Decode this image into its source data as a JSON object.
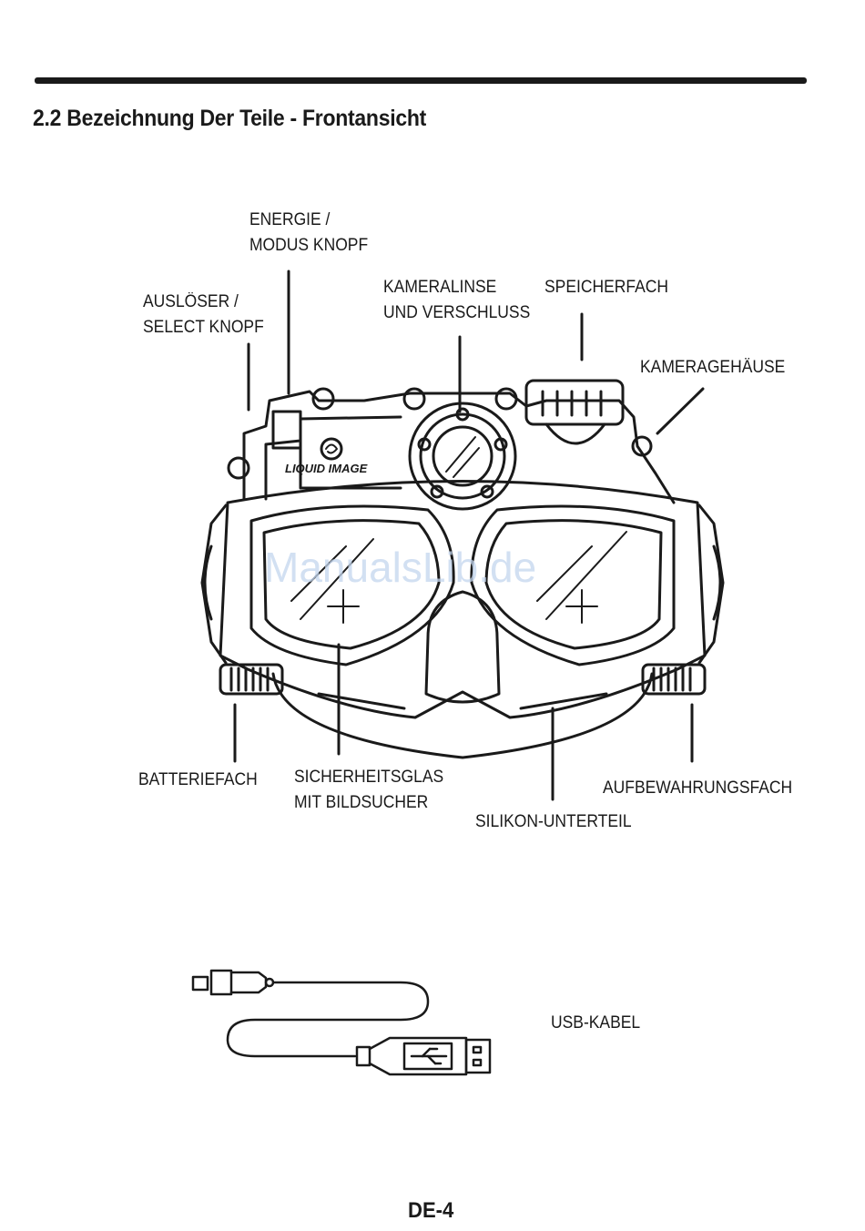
{
  "heading": "2.2 Bezeichnung Der Teile - Frontansicht",
  "labels": {
    "energie_line1": "ENERGIE /",
    "energie_line2": "MODUS KNOPF",
    "ausloeser_line1": "AUSLÖSER /",
    "ausloeser_line2": "SELECT KNOPF",
    "kameralinse_line1": "KAMERALINSE",
    "kameralinse_line2": "UND VERSCHLUSS",
    "speicherfach": "SPEICHERFACH",
    "kameragehaeuse": "KAMERAGEHÄUSE",
    "batteriefach": "BATTERIEFACH",
    "sicherheitsglas_line1": "SICHERHEITSGLAS",
    "sicherheitsglas_line2": "MIT BILDSUCHER",
    "silikon": "SILIKON-UNTERTEIL",
    "aufbewahrungsfach": "AUFBEWAHRUNGSFACH",
    "usb_kabel": "USB-KABEL"
  },
  "brand_logo_text": "LIQUID IMAGE",
  "watermark": "ManualsLib.de",
  "page_number": "DE-4",
  "colors": {
    "ink": "#1a1a1a",
    "watermark": "#c4d6ee"
  }
}
